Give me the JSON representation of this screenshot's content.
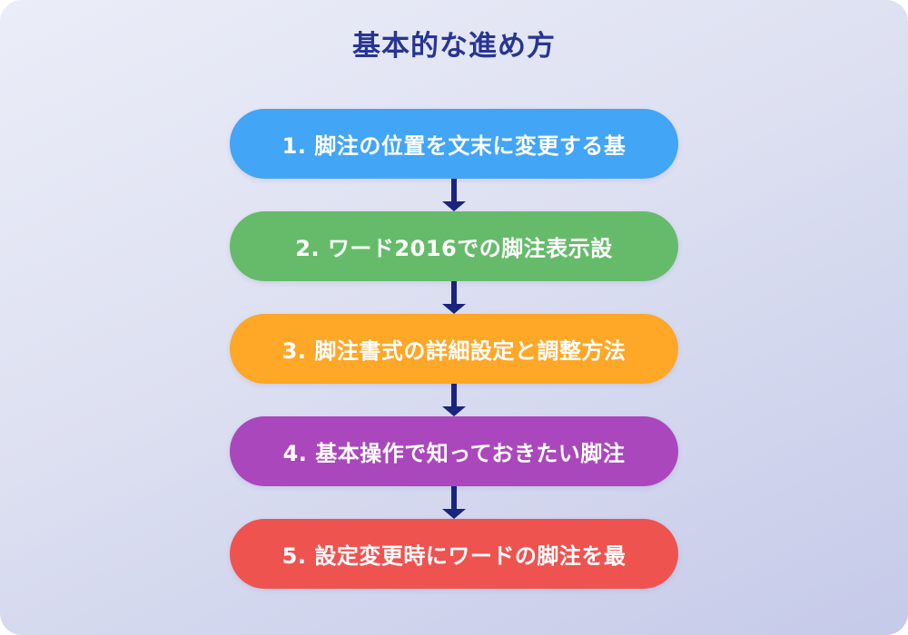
{
  "title": "基本的な進め方",
  "theme": {
    "background_start": "#ebedf8",
    "background_end": "#c5cae9",
    "title_color": "#283593",
    "arrow_color": "#1a237e",
    "step_text_color": "#ffffff"
  },
  "flow": {
    "connector_icon": "down-arrow-icon",
    "steps": [
      {
        "label": "1. 脚注の位置を文末に変更する基",
        "color": "#42A5F5"
      },
      {
        "label": "2. ワード2016での脚注表示設",
        "color": "#66BB6A"
      },
      {
        "label": "3. 脚注書式の詳細設定と調整方法",
        "color": "#FFA726"
      },
      {
        "label": "4. 基本操作で知っておきたい脚注",
        "color": "#AB47BC"
      },
      {
        "label": "5. 設定変更時にワードの脚注を最",
        "color": "#EF5350"
      }
    ]
  }
}
